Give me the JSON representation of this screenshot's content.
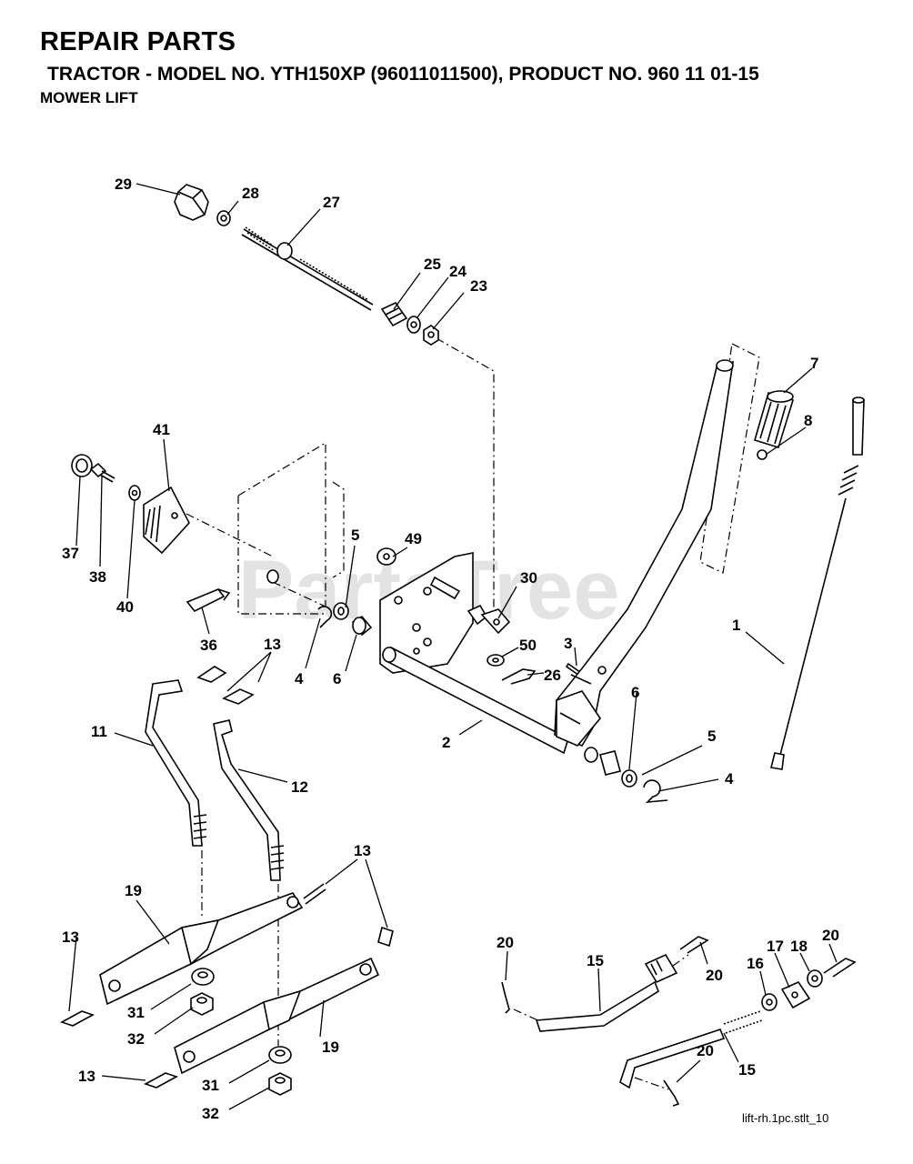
{
  "header": {
    "title": "REPAIR PARTS",
    "subtitle": "TRACTOR - MODEL NO. YTH150XP (96011011500), PRODUCT NO. 960 11 01-15",
    "section": "MOWER LIFT"
  },
  "watermark": "PartsTree",
  "reference": "lift-rh.1pc.stlt_10",
  "callouts": {
    "c1": "1",
    "c2": "2",
    "c3": "3",
    "c4a": "4",
    "c4b": "4",
    "c5a": "5",
    "c5b": "5",
    "c6a": "6",
    "c6b": "6",
    "c7": "7",
    "c8": "8",
    "c11": "11",
    "c12": "12",
    "c13a": "13",
    "c13b": "13",
    "c13c": "13",
    "c13d": "13",
    "c15a": "15",
    "c15b": "15",
    "c16": "16",
    "c17": "17",
    "c18": "18",
    "c19a": "19",
    "c19b": "19",
    "c20a": "20",
    "c20b": "20",
    "c20c": "20",
    "c20d": "20",
    "c23": "23",
    "c24": "24",
    "c25": "25",
    "c26": "26",
    "c27": "27",
    "c28": "28",
    "c29": "29",
    "c30": "30",
    "c31a": "31",
    "c31b": "31",
    "c32a": "32",
    "c32b": "32",
    "c36": "36",
    "c37": "37",
    "c38": "38",
    "c40": "40",
    "c41": "41",
    "c49": "49",
    "c50": "50"
  }
}
